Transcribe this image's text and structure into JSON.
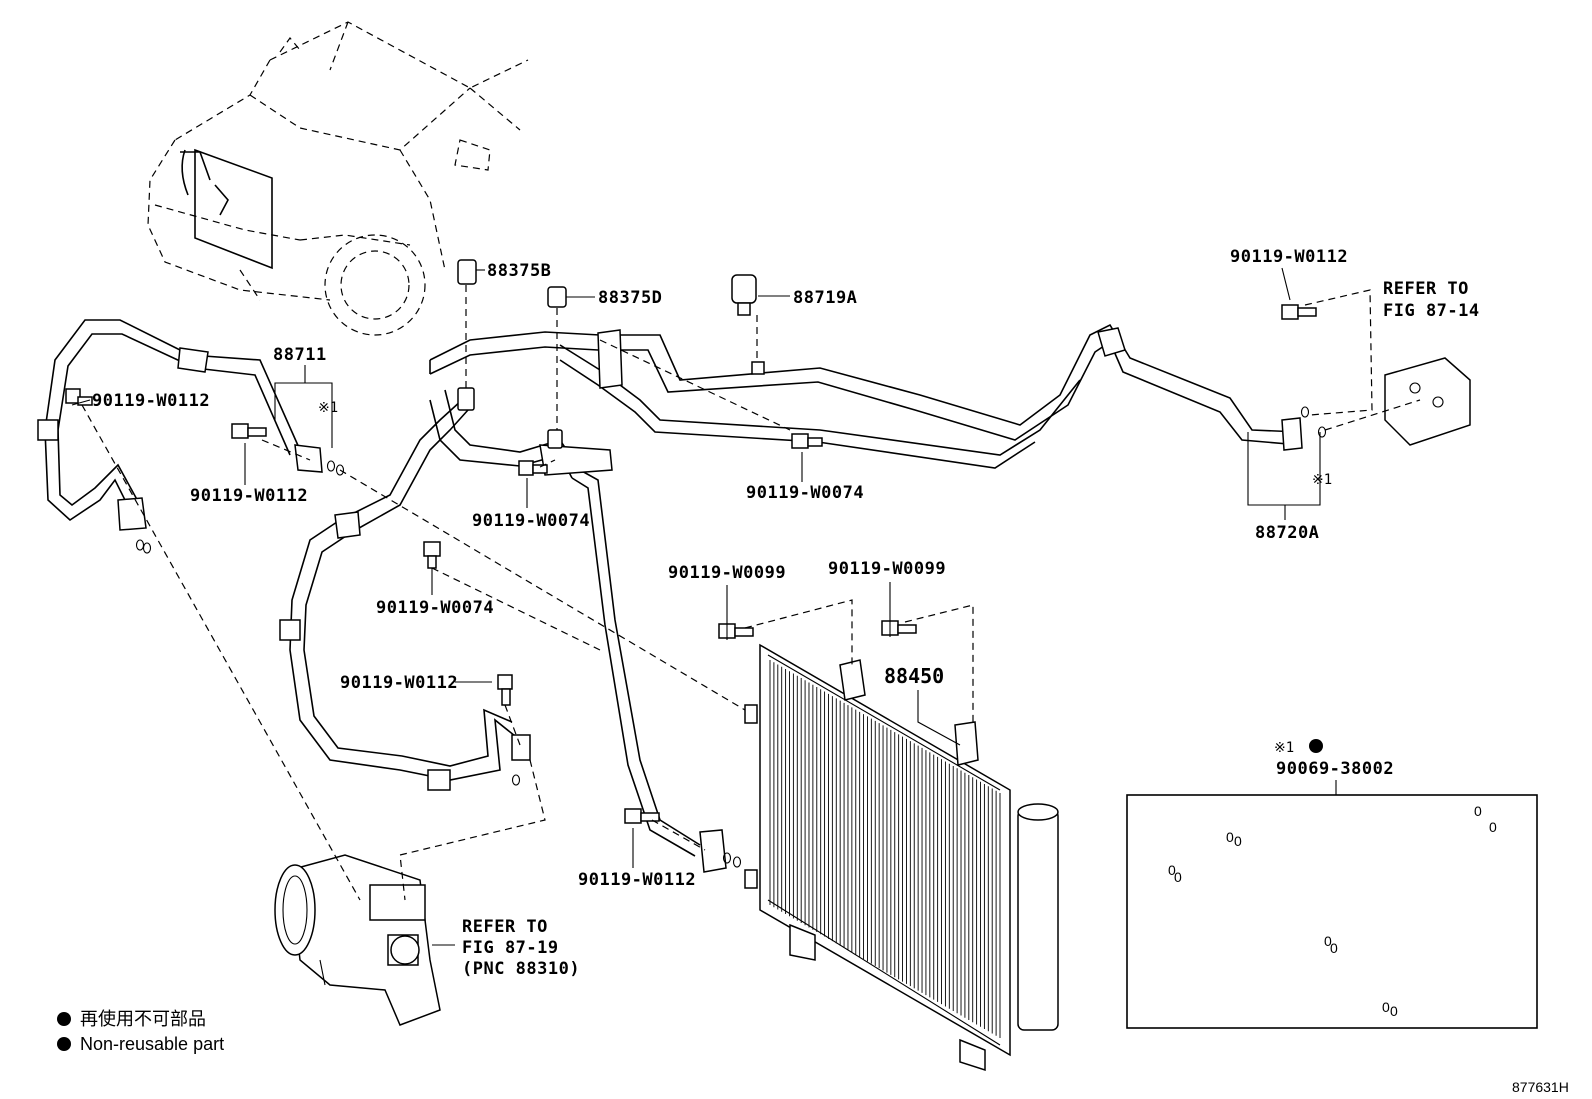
{
  "labels": {
    "p88375b": "88375B",
    "p88375d": "88375D",
    "p88719a": "88719A",
    "p88711": "88711",
    "p88720a": "88720A",
    "p88450": "88450",
    "p90069": "90069-38002",
    "b_w0112_top": "90119-W0112",
    "b_w0112_left": "90119-W0112",
    "b_w0112_mid": "90119-W0112",
    "b_w0112_low": "90119-W0112",
    "b_w0112_bot": "90119-W0112",
    "b_w0074_a": "90119-W0074",
    "b_w0074_b": "90119-W0074",
    "b_w0074_c": "90119-W0074",
    "b_w0099_a": "90119-W0099",
    "b_w0099_b": "90119-W0099",
    "mark1": "※1",
    "refer_to": "REFER TO",
    "fig_87_14": "FIG 87-14",
    "fig_87_19": "FIG 87-19",
    "pnc": "(PNC 88310)",
    "figure_number": "877631H"
  },
  "legend": {
    "line_jp": "再使用不可部品",
    "line_en": "Non-reusable part"
  }
}
